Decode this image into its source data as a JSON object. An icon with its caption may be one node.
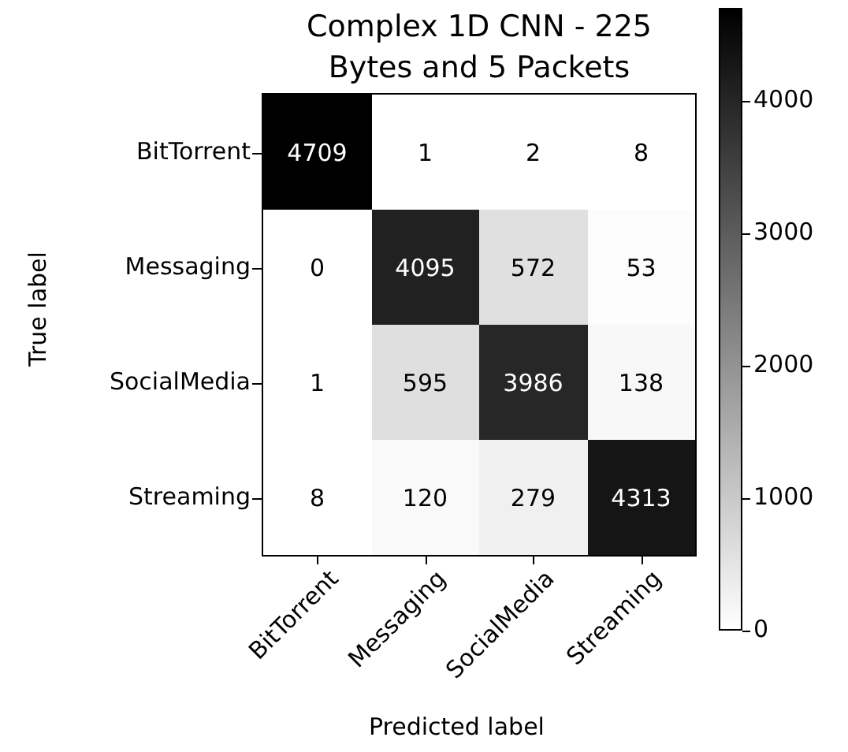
{
  "diagram": {
    "title": "Complex 1D CNN - 225 Bytes and 5 Packets",
    "labels": [
      "BitTorrent",
      "4709",
      "1",
      "2",
      "8",
      "Messaging",
      "0",
      "4095",
      "572",
      "53",
      "SocialMedia",
      "1",
      "595",
      "3986",
      "138",
      "Streaming",
      "8",
      "120",
      "279",
      "4313",
      "BitTorrent",
      "Messaging",
      "SocialMedia",
      "Streaming",
      "True label",
      "Predicted label",
      "4000",
      "3000",
      "2000",
      "1000",
      "0"
    ]
  }
}
